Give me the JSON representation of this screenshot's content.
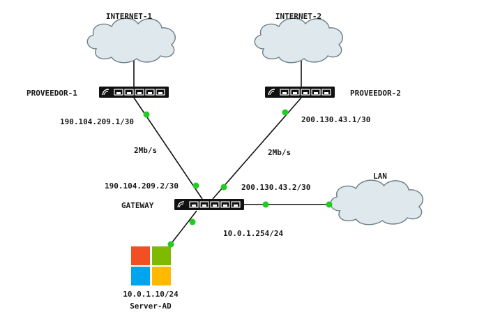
{
  "clouds": {
    "internet1": "INTERNET-1",
    "internet2": "INTERNET-2",
    "lan": "LAN"
  },
  "routers": {
    "proveedor1": "PROVEEDOR-1",
    "proveedor2": "PROVEEDOR-2",
    "gateway": "GATEWAY"
  },
  "addresses": {
    "p1_wan": "190.104.209.1/30",
    "p2_wan": "200.130.43.1/30",
    "gw_wan1": "190.104.209.2/30",
    "gw_wan2": "200.130.43.2/30",
    "gw_lan": "10.0.1.254/24",
    "server_ip": "10.0.1.10/24"
  },
  "links": {
    "bw1": "2Mb/s",
    "bw2": "2Mb/s"
  },
  "server": {
    "name": "Server-AD"
  },
  "colors": {
    "connector": "#22cc22",
    "cloud_fill": "#dfe8ec",
    "logo_red": "#f25022",
    "logo_green": "#7fba00",
    "logo_blue": "#00a4ef",
    "logo_yellow": "#ffb900"
  }
}
